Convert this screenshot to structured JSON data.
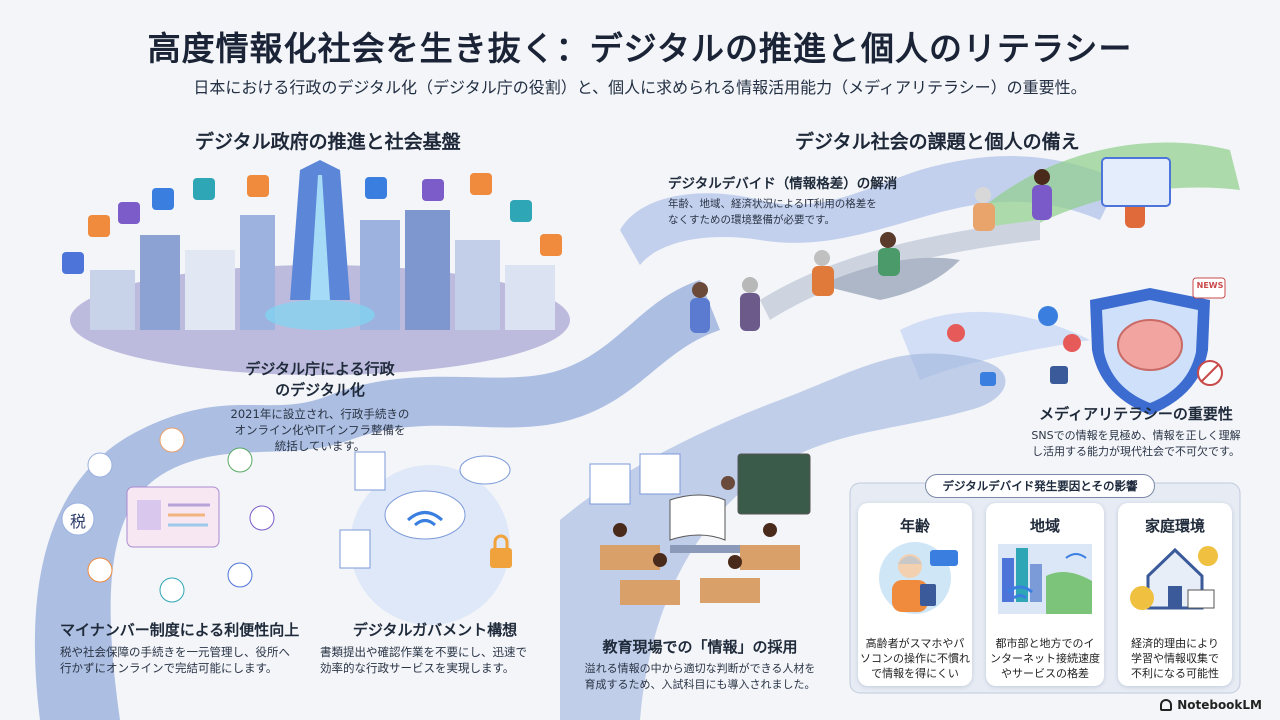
{
  "header": {
    "title": "高度情報化社会を生き抜く：デジタルの推進と個人のリテラシー",
    "subtitle": "日本における行政のデジタル化（デジタル庁の役割）と、個人に求められる情報活用能力（メディアリテラシー）の重要性。"
  },
  "left": {
    "heading": "デジタル政府の推進と社会基盤",
    "agency": {
      "title": "デジタル庁による行政のデジタル化",
      "title_line1": "デジタル庁による行政",
      "title_line2": "のデジタル化",
      "body_line1": "2021年に設立され、行政手続きの",
      "body_line2": "オンライン化やITインフラ整備を",
      "body_line3": "統括しています。"
    },
    "mynumber": {
      "title": "マイナンバー制度による利便性向上",
      "body_line1": "税や社会保障の手続きを一元管理し、役所へ",
      "body_line2": "行かずにオンラインで完結可能にします。",
      "tax_icon_label": "税"
    },
    "govtech": {
      "title": "デジタルガバメント構想",
      "body_line1": "書類提出や確認作業を不要にし、迅速で",
      "body_line2": "効率的な行政サービスを実現します。"
    }
  },
  "right": {
    "heading": "デジタル社会の課題と個人の備え",
    "divide": {
      "title": "デジタルデバイド（情報格差）の解消",
      "body_line1": "年齢、地域、経済状況によるIT利用の格差を",
      "body_line2": "なくすための環境整備が必要です。"
    },
    "media": {
      "title": "メディアリテラシーの重要性",
      "body_line1": "SNSでの情報を見極め、情報を正しく理解",
      "body_line2": "し活用する能力が現代社会で不可欠です。",
      "news_label": "NEWS"
    },
    "education": {
      "title": "教育現場での「情報」の採用",
      "body_line1": "溢れる情報の中から適切な判断ができる人材を",
      "body_line2": "育成するため、入試科目にも導入されました。"
    },
    "factors": {
      "heading": "デジタルデバイド発生要因とその影響",
      "cards": [
        {
          "title": "年齢",
          "body_line1": "高齢者がスマホやパ",
          "body_line2": "ソコンの操作に不慣れ",
          "body_line3": "で情報を得にくい"
        },
        {
          "title": "地域",
          "body_line1": "都市部と地方でのイ",
          "body_line2": "ンターネット接続速度",
          "body_line3": "やサービスの格差"
        },
        {
          "title": "家庭環境",
          "body_line1": "経済的理由により",
          "body_line2": "学習や情報収集で",
          "body_line3": "不利になる可能性"
        }
      ]
    }
  },
  "footer": {
    "logo_text": "NotebookLM"
  },
  "colors": {
    "road": "#8fa6d6",
    "road_light": "#b9c9ea",
    "accent_blue": "#3a7fe0",
    "purple": "#7b5cc8",
    "orange": "#f08a3c",
    "green": "#5aa864",
    "teal": "#2fa6b5"
  },
  "icons": [
    "government-icon",
    "cloud-wifi-icon",
    "lock-icon",
    "shield-brain-icon",
    "news-icon",
    "facebook-icon",
    "heart-icon",
    "like-icon",
    "bank-icon",
    "id-card-icon"
  ]
}
